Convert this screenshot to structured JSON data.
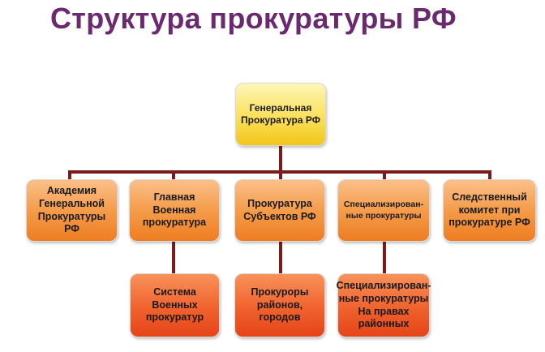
{
  "title": "Структура прокуратуры РФ",
  "colors": {
    "title": "#6b2a6f",
    "connector": "#7a1c1c",
    "root_fill": "#fbe05a",
    "level1_fill": "#f49c4a",
    "level2_fill": "#f0622d"
  },
  "root": {
    "label": "Генеральная Прокуратура РФ"
  },
  "level1": [
    {
      "label": "Академия Генеральной Прокуратуры РФ"
    },
    {
      "label": "Главная Военная прокуратура"
    },
    {
      "label": "Прокуратура Субъектов РФ"
    },
    {
      "label": "Специализирован-ные прокуратуры"
    },
    {
      "label": "Следственный комитет при прокуратуре РФ"
    }
  ],
  "level2": [
    {
      "label": "Система Военных прокуратур"
    },
    {
      "label": "Прокуроры районов, городов"
    },
    {
      "label": "Специализирован-ные прокуратуры На правах районных"
    }
  ]
}
